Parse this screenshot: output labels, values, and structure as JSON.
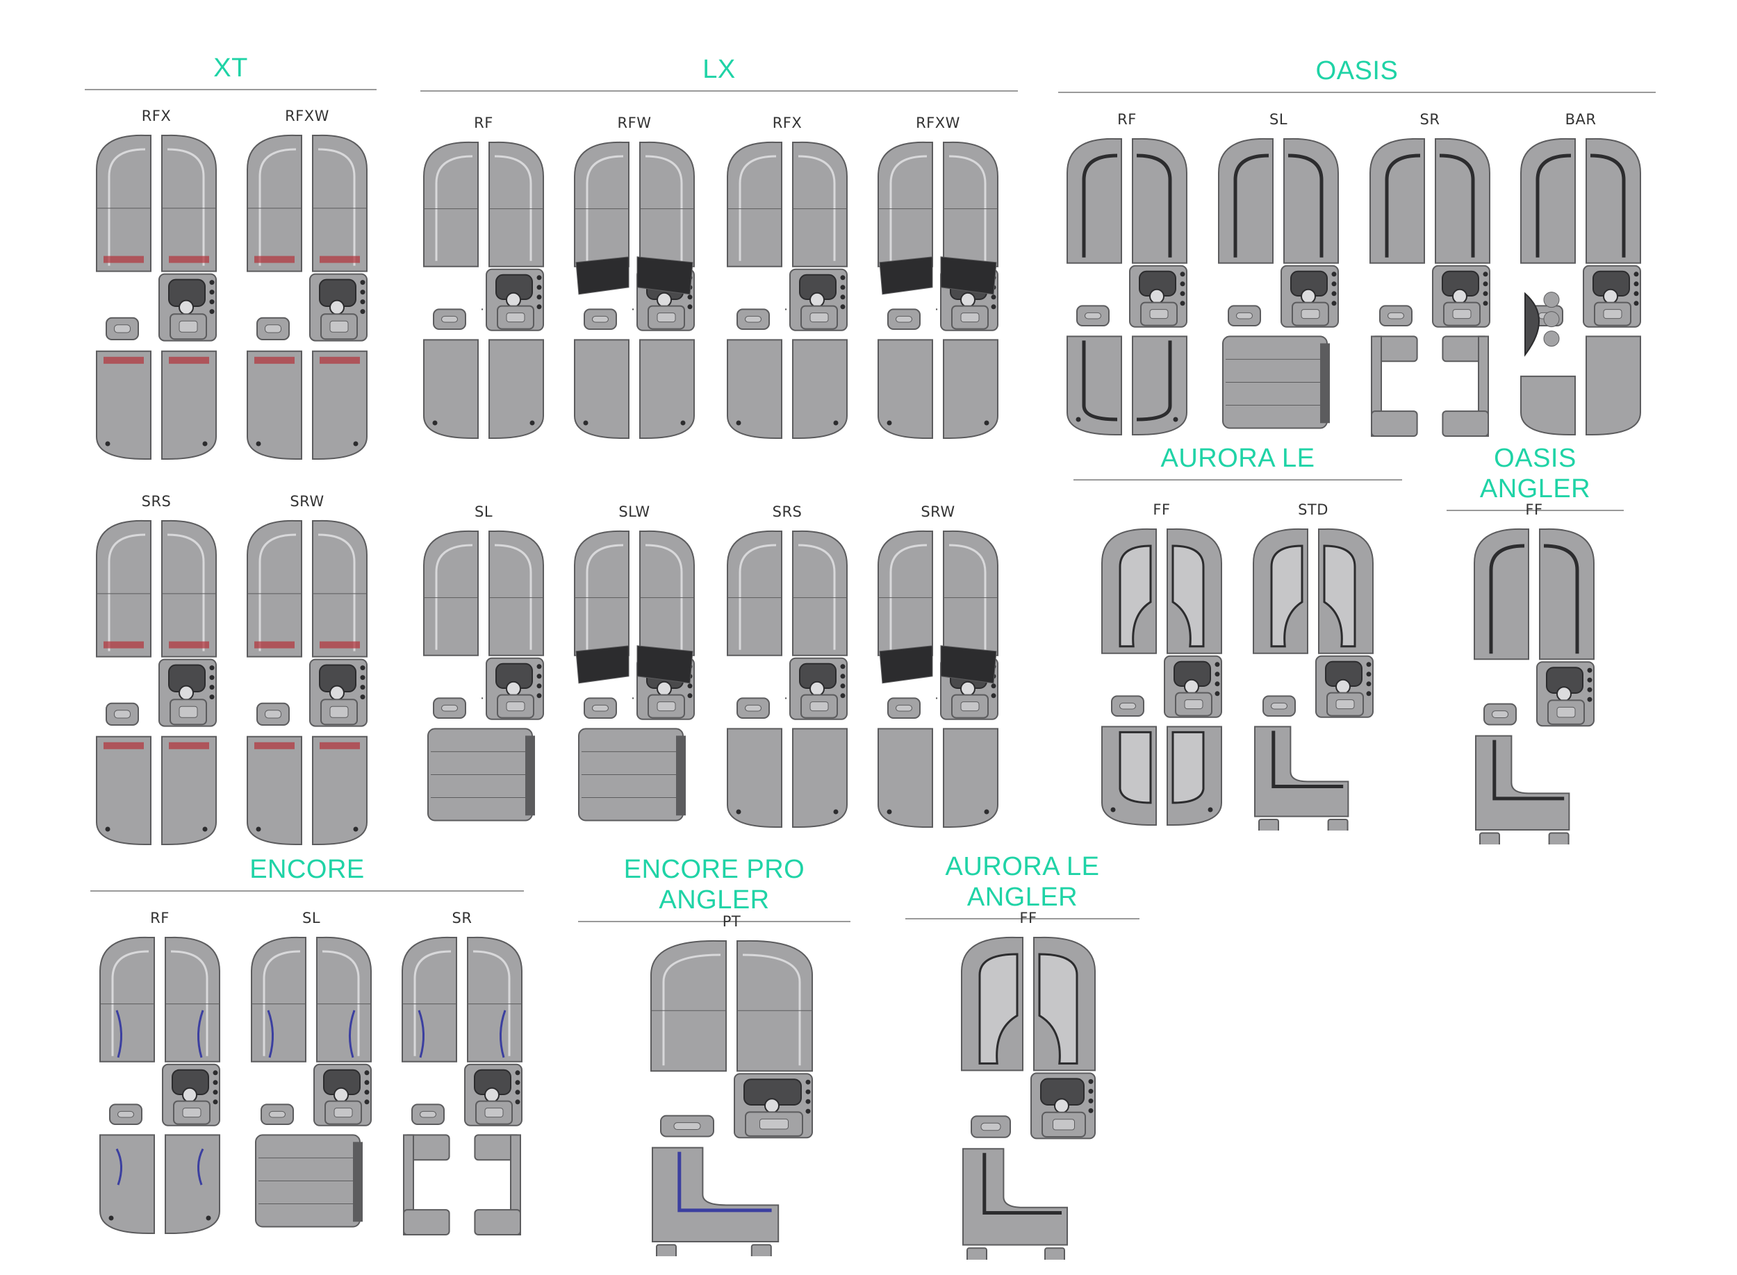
{
  "colors": {
    "accent": "#1fd3a6",
    "seat": "#a3a3a5",
    "seat_light": "#c6c6c8",
    "outline": "#5c5c5e",
    "console": "#4a4a4c",
    "dark": "#2c2c2e",
    "red_accent": "#b2323a",
    "blue_accent": "#3b3fa0"
  },
  "series": [
    {
      "name": "XT",
      "layouts": [
        {
          "label": "RFX",
          "style": "xt"
        },
        {
          "label": "RFXW",
          "style": "xt"
        },
        {
          "label": "SRS",
          "style": "xt2"
        },
        {
          "label": "SRW",
          "style": "xt2"
        }
      ]
    },
    {
      "name": "LX",
      "layouts": [
        {
          "label": "RF",
          "style": "lx"
        },
        {
          "label": "RFW",
          "style": "lxw"
        },
        {
          "label": "RFX",
          "style": "lx2"
        },
        {
          "label": "RFXW",
          "style": "lxw2"
        },
        {
          "label": "SL",
          "style": "lxsl"
        },
        {
          "label": "SLW",
          "style": "lxslw"
        },
        {
          "label": "SRS",
          "style": "lxsr"
        },
        {
          "label": "SRW",
          "style": "lxsrw"
        }
      ]
    },
    {
      "name": "OASIS",
      "layouts": [
        {
          "label": "RF",
          "style": "oasis"
        },
        {
          "label": "SL",
          "style": "oasissl"
        },
        {
          "label": "SR",
          "style": "oasissr"
        },
        {
          "label": "BAR",
          "style": "oasisbar"
        }
      ]
    },
    {
      "name": "AURORA LE",
      "layouts": [
        {
          "label": "FF",
          "style": "aurora"
        },
        {
          "label": "STD",
          "style": "aurorastd"
        }
      ]
    },
    {
      "name": "OASIS ANGLER",
      "layouts": [
        {
          "label": "FF",
          "style": "angler"
        }
      ]
    },
    {
      "name": "ENCORE",
      "layouts": [
        {
          "label": "RF",
          "style": "encore"
        },
        {
          "label": "SL",
          "style": "encoresl"
        },
        {
          "label": "SR",
          "style": "encoresr"
        }
      ]
    },
    {
      "name": "ENCORE PRO ANGLER",
      "layouts": [
        {
          "label": "PT",
          "style": "proangler"
        }
      ]
    },
    {
      "name": "AURORA LE ANGLER",
      "layouts": [
        {
          "label": "FF",
          "style": "auroraangler"
        }
      ]
    }
  ]
}
